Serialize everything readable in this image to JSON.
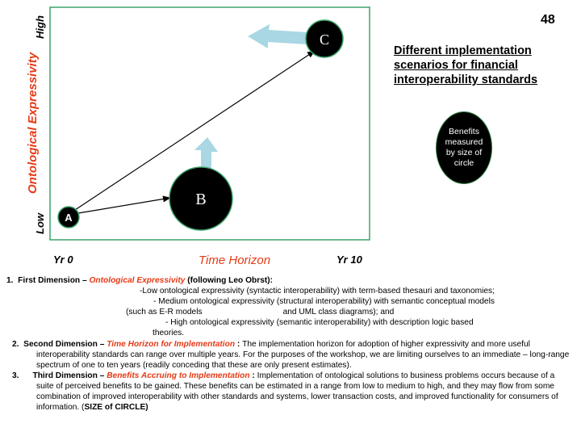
{
  "slide_number": "48",
  "diagram": {
    "y_axis": {
      "title": "Ontological Expressivity",
      "high": "High",
      "low": "Low"
    },
    "x_axis": {
      "title": "Time Horizon",
      "start": "Yr 0",
      "end": "Yr 10"
    },
    "nodes": [
      {
        "id": "A",
        "label": "A"
      },
      {
        "id": "B",
        "label": "B"
      },
      {
        "id": "C",
        "label": "C"
      }
    ],
    "colors": {
      "frame": "#3aa36a",
      "arrow_fill": "#a9d7e4",
      "accent": "#e53a16"
    }
  },
  "side_panel": {
    "title": "Different implementation scenarios for financial interoperability standards",
    "circle_text": "Benefits measured by size of circle"
  },
  "body": {
    "item1": {
      "number": "1",
      "lead": "First Dimension – ",
      "emph": "Ontological Expressivity",
      "tail": " (following Leo Obrst):",
      "line1": "-Low ontological expressivity (syntactic interoperability) with term-based thesauri and taxonomies;",
      "line2": "- Medium ontological expressivity (structural interoperability) with semantic conceptual models",
      "line3a": "(such as E-R models",
      "line3b": "and UML class diagrams); and",
      "line4": "- High ontological expressivity (semantic interoperability) with description logic based",
      "line5": "theories."
    },
    "item2": {
      "number": "2.",
      "lead": "Second Dimension – ",
      "emph": "Time Horizon for Implementation",
      "colon": " : ",
      "text": "The implementation horizon for adoption of higher expressivity and more useful interoperability standards can range over multiple years. For the purposes of the workshop, we are limiting ourselves to an immediate – long-range spectrum of one to ten years (readily conceding that these are only present estimates)."
    },
    "item3": {
      "number": "3.",
      "lead": "Third Dimension – ",
      "emph": "Benefits Accruing to Implementation",
      "colon": " : ",
      "text": "Implementation of ontological solutions to business problems occurs because of a suite of perceived benefits to be gained. These benefits can be estimated in a range from low to medium to high, and they may flow from some combination of improved interoperability with other standards and systems, lower transaction costs, and improved functionality for consumers of information. (",
      "tail_bold": "SIZE of CIRCLE)"
    }
  }
}
